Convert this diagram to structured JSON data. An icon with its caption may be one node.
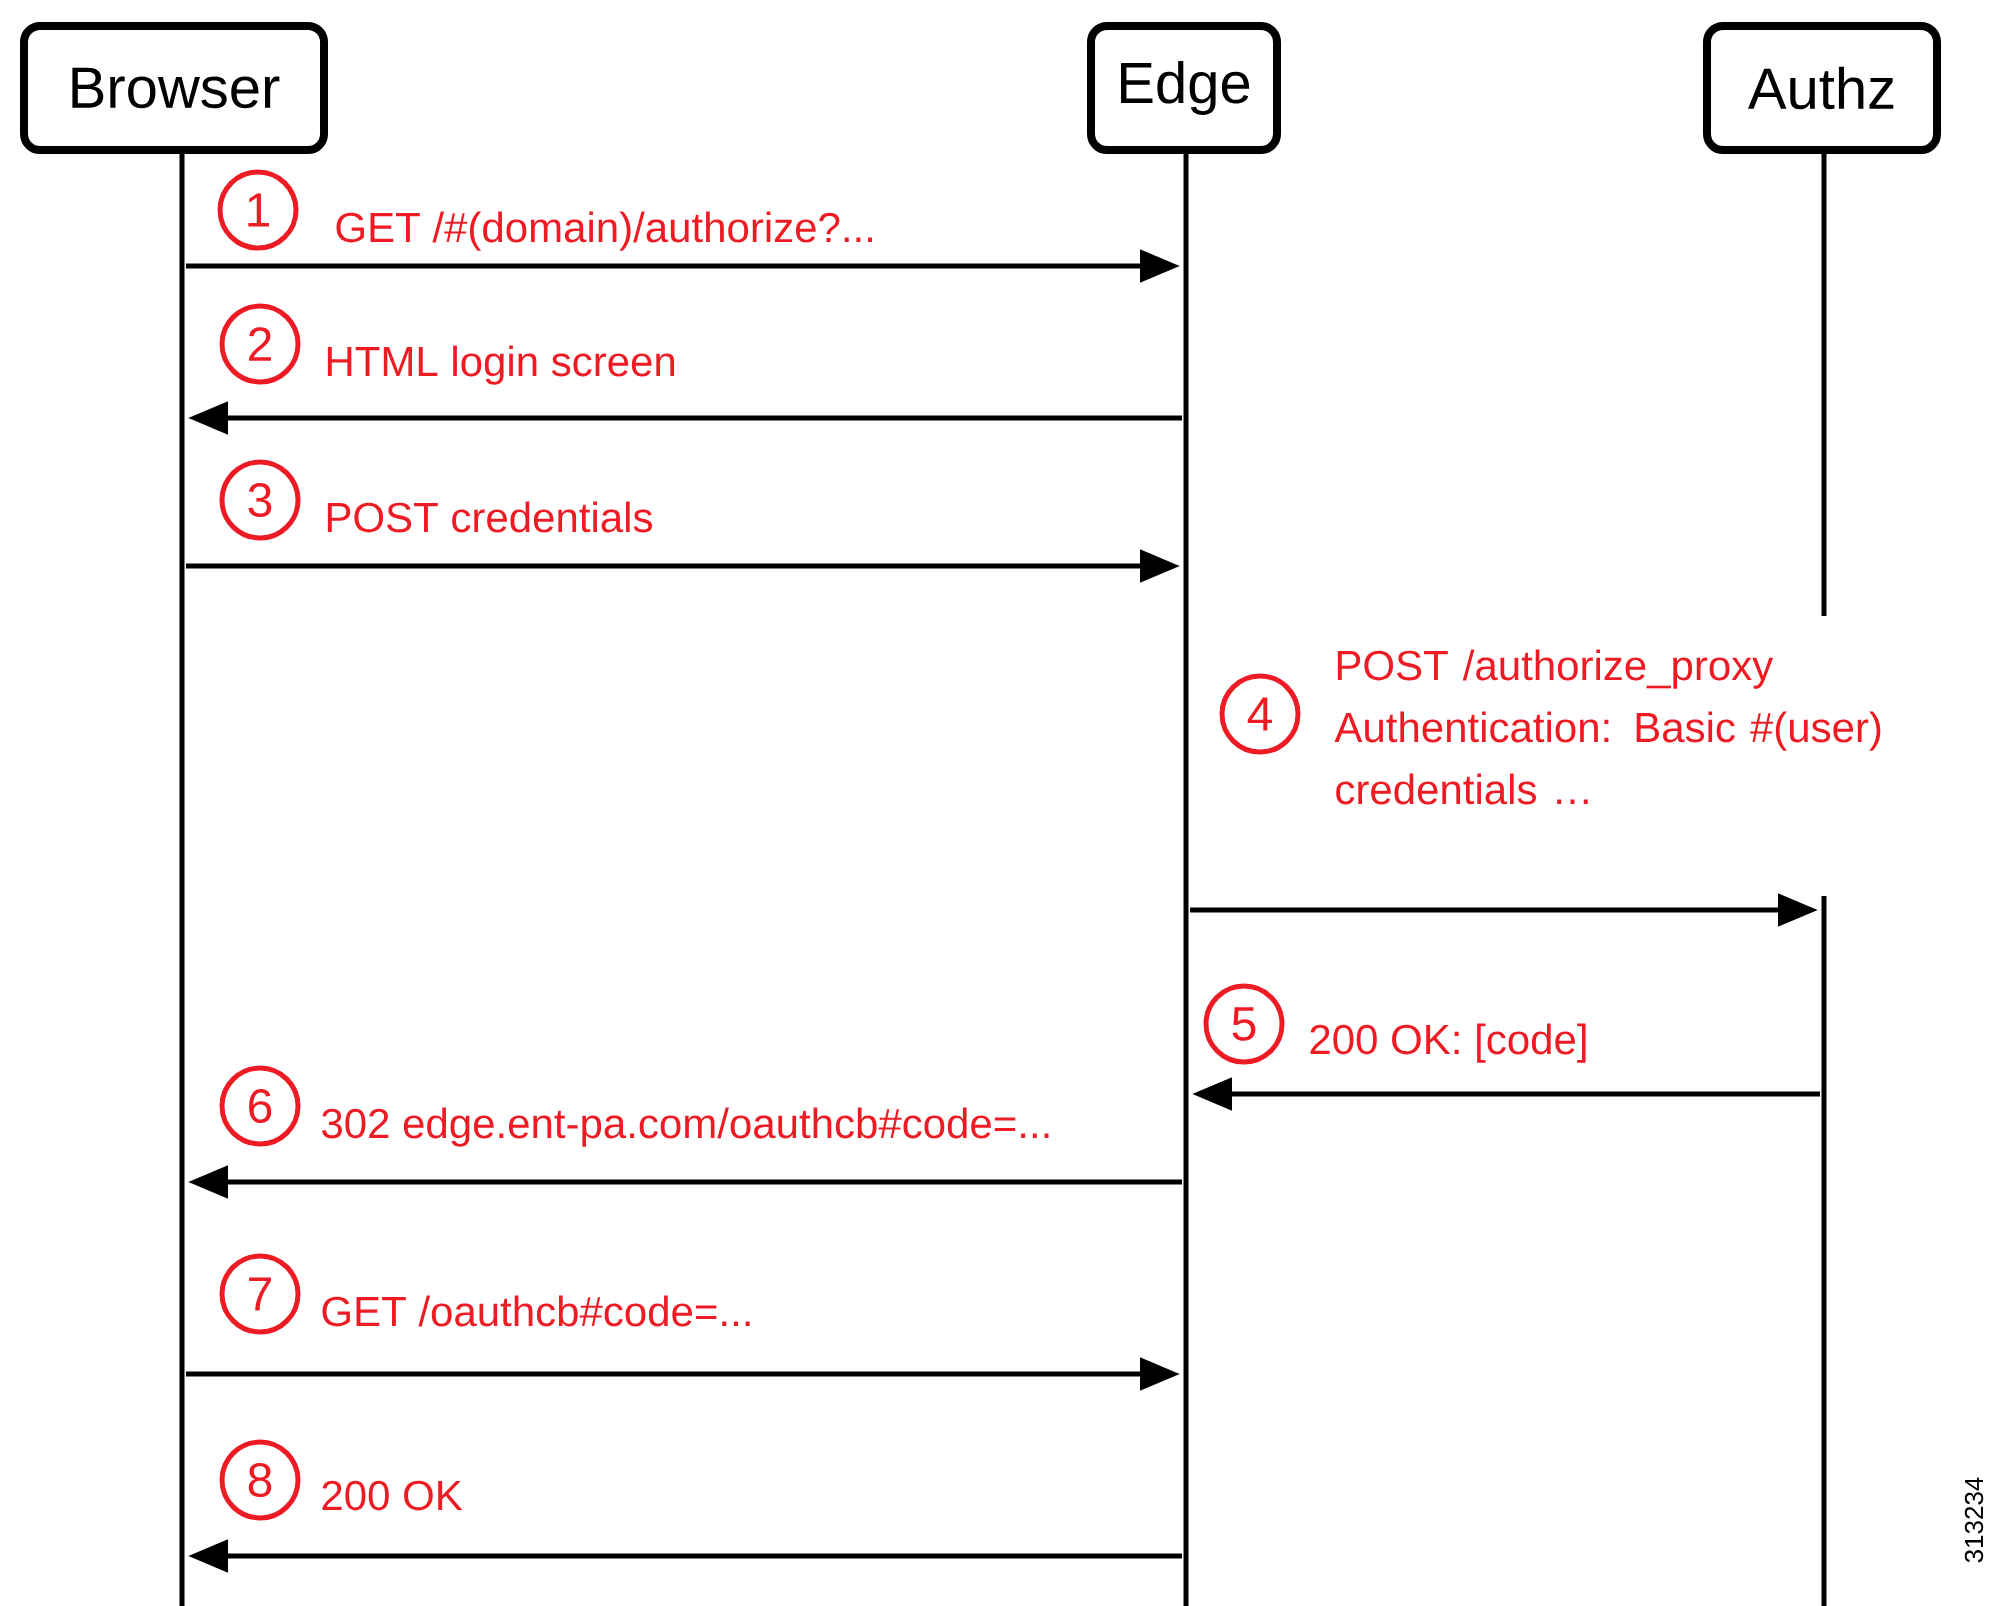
{
  "diagram": {
    "nodes": [
      {
        "text": [
          "Browser"
        ]
      },
      {
        "text": [
          "Edge"
        ]
      },
      {
        "text": [
          "Authz"
        ]
      }
    ],
    "edges": [
      {
        "from": 0,
        "to": 1,
        "arrow": "to",
        "label": "GET /#(domain)/authorize?..."
      },
      {
        "from": 1,
        "to": 0,
        "arrow": "to",
        "label": "HTML login screen"
      },
      {
        "from": 0,
        "to": 1,
        "arrow": "to",
        "label": "POST credentials"
      },
      {
        "from": 1,
        "to": 2,
        "arrow": "to",
        "label": "POST /authorize_proxy Authentication: Basic #(user) credentials …"
      },
      {
        "from": 2,
        "to": 1,
        "arrow": "to",
        "label": "200 OK: [code]"
      },
      {
        "from": 1,
        "to": 0,
        "arrow": "to",
        "label": "302 edge.ent-pa.com/oauthcb#code=..."
      },
      {
        "from": 0,
        "to": 1,
        "arrow": "to",
        "label": "GET /oauthcb#code=..."
      },
      {
        "from": 1,
        "to": 0,
        "arrow": "to",
        "label": "200 OK"
      }
    ],
    "labels": [
      "1",
      "2",
      "3",
      "4",
      "5",
      "6",
      "7",
      "8",
      "313234"
    ]
  }
}
